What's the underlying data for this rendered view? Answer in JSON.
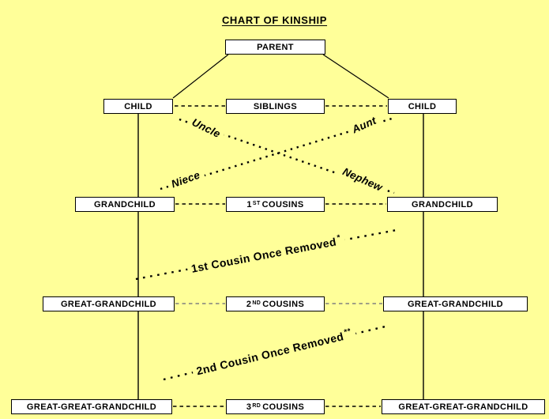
{
  "title": "CHART OF KINSHIP",
  "colors": {
    "background": "#FFFF99",
    "box_fill": "#FFFFFF",
    "line": "#000000",
    "gray_dash": "#808080"
  },
  "generations": {
    "parent": "PARENT",
    "child_left": "CHILD",
    "siblings": "SIBLINGS",
    "child_right": "CHILD",
    "grandchild_left": "GRANDCHILD",
    "cousins1": {
      "pre": "1",
      "sup": "ST",
      "post": "COUSINS"
    },
    "grandchild_right": "GRANDCHILD",
    "great_grandchild_left": "GREAT-GRANDCHILD",
    "cousins2": {
      "pre": "2",
      "sup": "ND",
      "post": "COUSINS"
    },
    "great_grandchild_right": "GREAT-GRANDCHILD",
    "great_great_grandchild_left": "GREAT-GREAT-GRANDCHILD",
    "cousins3": {
      "pre": "3",
      "sup": "RD",
      "post": "COUSINS"
    },
    "great_great_grandchild_right": "GREAT-GREAT-GRANDCHILD"
  },
  "relations": {
    "uncle": "Uncle",
    "aunt": "Aunt",
    "niece": "Niece",
    "nephew": "Nephew",
    "removed1": {
      "text": "1st Cousin Once Removed",
      "sup": "*"
    },
    "removed2": {
      "text": "2nd Cousin Once Removed",
      "sup": "**"
    }
  }
}
